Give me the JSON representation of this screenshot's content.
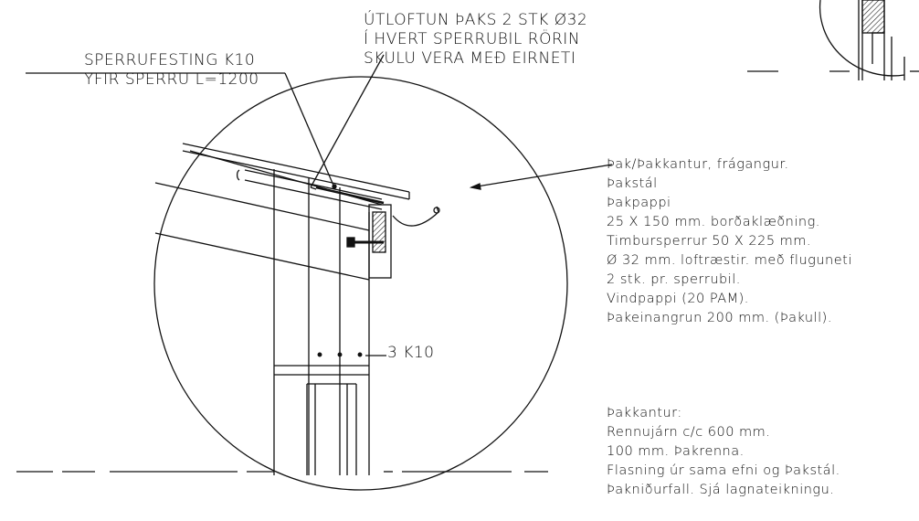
{
  "labels": {
    "ventilation": {
      "lines": [
        "ÚTLOFTUN ÞAKS 2 STK Ø32",
        "Í HVERT SPERRUBIL RÖRIN",
        "SKULU VERA MEÐ EIRNETI"
      ]
    },
    "rafter_fix": {
      "lines": [
        "SPERRUFESTING K10",
        "YFIR SPERRU L=1200"
      ]
    },
    "nail_callout": "3 K10"
  },
  "notes": {
    "roof_spec": [
      "Þak/Þakkantur, frágangur.",
      "Þakstál",
      "Þakpappi",
      "25 X 150 mm. borðaklæðning.",
      "Timbursperrur 50 X 225 mm.",
      "Ø 32 mm. loftræstir. með fluguneti",
      "2 stk. pr. sperrubil.",
      "Vindpappi (20 PAM).",
      "Þakeinangrun 200 mm. (Þakull)."
    ],
    "eaves_spec": [
      "Þakkantur:",
      "Rennujárn c/c 600 mm.",
      "100 mm. Þakrenna.",
      "Flasning úr sama efni og Þakstál.",
      "Þakniðurfall.  Sjá lagnateikningu."
    ]
  },
  "colors": {
    "ink": "#111111",
    "paper": "#ffffff"
  }
}
